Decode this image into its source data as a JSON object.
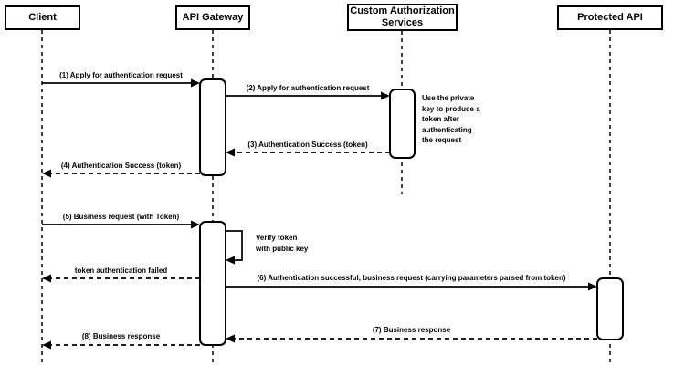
{
  "diagram": {
    "type": "sequence-diagram",
    "participants": [
      {
        "label": "Client"
      },
      {
        "label": "API Gateway"
      },
      {
        "label": "Custom Authorization Services"
      },
      {
        "label": "Protected API"
      }
    ],
    "messages": [
      {
        "label": "(1) Apply for authentication request",
        "style": "solid",
        "from": "Client",
        "to": "API Gateway"
      },
      {
        "label": "(2) Apply for authentication request",
        "style": "solid",
        "from": "API Gateway",
        "to": "Custom Authorization Services"
      },
      {
        "label": "(3) Authentication Success (token)",
        "style": "dashed",
        "from": "Custom Authorization Services",
        "to": "API Gateway"
      },
      {
        "label": "(4) Authentication Success (token)",
        "style": "dashed",
        "from": "API Gateway",
        "to": "Client"
      },
      {
        "label": "(5) Business request (with Token)",
        "style": "solid",
        "from": "Client",
        "to": "API Gateway"
      },
      {
        "label": "token authentication failed",
        "style": "dashed",
        "from": "API Gateway",
        "to": "Client"
      },
      {
        "label": "(6) Authentication successful, business request (carrying parameters parsed from token)",
        "style": "solid",
        "from": "API Gateway",
        "to": "Protected API"
      },
      {
        "label": "(7) Business response",
        "style": "dashed",
        "from": "Protected API",
        "to": "API Gateway"
      },
      {
        "label": "(8) Business response",
        "style": "dashed",
        "from": "API Gateway",
        "to": "Client"
      }
    ],
    "self_message": {
      "label": "Verify token\nwith public key",
      "on": "API Gateway"
    },
    "note": {
      "label": "Use the private\nkey to produce a\ntoken after\nauthenticating\nthe request",
      "near": "Custom Authorization Services"
    },
    "colors": {
      "stroke": "#000000",
      "fill": "#ffffff",
      "background": "#ffffff"
    }
  }
}
